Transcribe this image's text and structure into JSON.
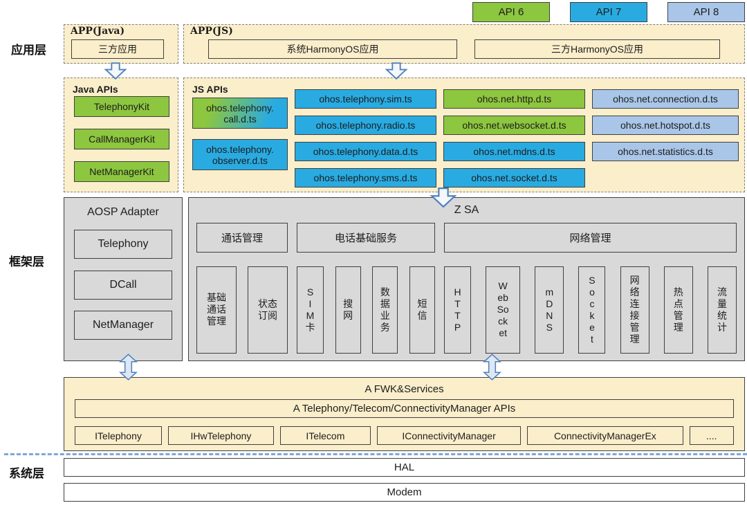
{
  "legend": {
    "items": [
      {
        "label": "API 6",
        "color": "#8DC63F"
      },
      {
        "label": "API 7",
        "color": "#29ABE2"
      },
      {
        "label": "API 8",
        "color": "#A9C6E8"
      }
    ]
  },
  "layer_labels": {
    "application": "应用层",
    "framework": "框架层",
    "system": "系统层"
  },
  "application_layer": {
    "app_java": {
      "title": "APP(Java)",
      "app": "三方应用"
    },
    "app_js": {
      "title": "APP(JS)",
      "system_app": "系统HarmonyOS应用",
      "third_party_app": "三方HarmonyOS应用"
    }
  },
  "java_apis": {
    "title": "Java APIs",
    "kits": [
      {
        "label": "TelephonyKit",
        "color": "#8DC63F"
      },
      {
        "label": "CallManagerKit",
        "color": "#8DC63F"
      },
      {
        "label": "NetManagerKit",
        "color": "#8DC63F"
      }
    ]
  },
  "js_apis": {
    "title": "JS APIs",
    "col1": [
      {
        "label": "ohos.telephony.\ncall.d.ts",
        "background": "linear-gradient(110deg, #8DC63F 20%, #29ABE2 80%)"
      },
      {
        "label": "ohos.telephony.\nobserver.d.ts",
        "background": "#29ABE2"
      }
    ],
    "col2": [
      {
        "label": "ohos.telephony.sim.ts",
        "background": "#29ABE2"
      },
      {
        "label": "ohos.telephony.radio.ts",
        "background": "#29ABE2"
      },
      {
        "label": "ohos.telephony.data.d.ts",
        "background": "#29ABE2"
      },
      {
        "label": "ohos.telephony.sms.d.ts",
        "background": "#29ABE2"
      }
    ],
    "col3": [
      {
        "label": "ohos.net.http.d.ts",
        "background": "#8DC63F"
      },
      {
        "label": "ohos.net.websocket.d.ts",
        "background": "#8DC63F"
      },
      {
        "label": "ohos.net.mdns.d.ts",
        "background": "#29ABE2"
      },
      {
        "label": "ohos.net.socket.d.ts",
        "background": "#29ABE2"
      }
    ],
    "col4": [
      {
        "label": "ohos.net.connection.d.ts",
        "background": "#A9C6E8"
      },
      {
        "label": "ohos.net.hotspot.d.ts",
        "background": "#A9C6E8"
      },
      {
        "label": "ohos.net.statistics.d.ts",
        "background": "#A9C6E8"
      }
    ]
  },
  "aosp_adapter": {
    "title": "AOSP Adapter",
    "modules": [
      "Telephony",
      "DCall",
      "NetManager"
    ]
  },
  "zsa": {
    "title": "Z SA",
    "groups": [
      {
        "title": "通话管理",
        "pillars": [
          "基础\n通话\n管理",
          "状态\n订阅"
        ]
      },
      {
        "title": "电话基础服务",
        "pillars": [
          "S\nI\nM\n卡",
          "搜\n网",
          "数\n据\n业\n务",
          "短\n信"
        ]
      },
      {
        "title": "网络管理",
        "pillars": [
          "H\nT\nT\nP",
          "W\neb\nSo\nck\net",
          "m\nD\nN\nS",
          "S\no\nc\nk\ne\nt",
          "网\n络\n连\n接\n管\n理",
          "热\n点\n管\n理",
          "流\n量\n统\n计"
        ]
      }
    ]
  },
  "fwk_services": {
    "title": "A FWK&Services",
    "api_bar": "A Telephony/Telecom/ConnectivityManager APIs",
    "interfaces": [
      "ITelephony",
      "IHwTelephony",
      "ITelecom",
      "IConnectivityManager",
      "ConnectivityManagerEx",
      "...."
    ]
  },
  "system_layer": {
    "hal": "HAL",
    "modem": "Modem"
  }
}
